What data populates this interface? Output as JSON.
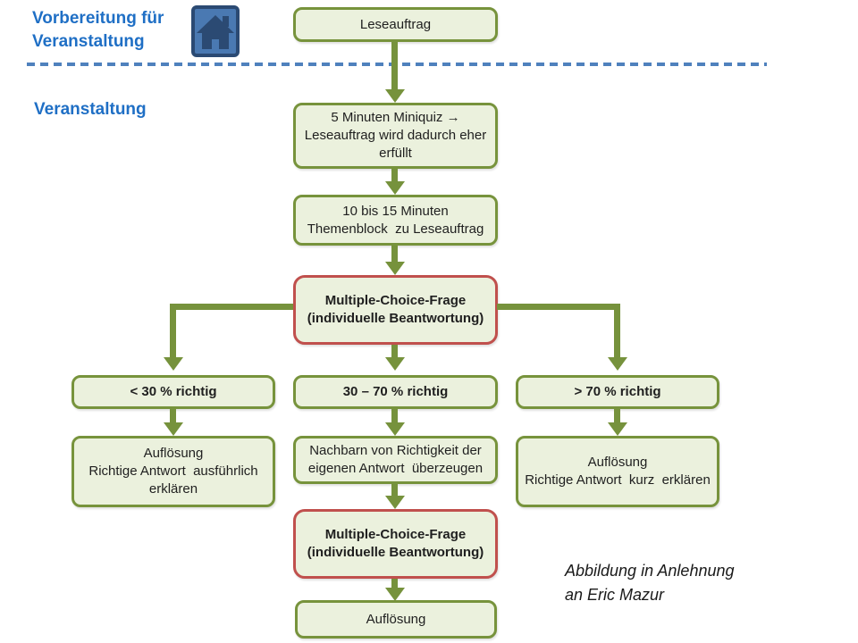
{
  "slide": {
    "phase_labels": {
      "preparation": "Vorbereitung für\nVeranstaltung",
      "event": "Veranstaltung"
    },
    "caption": "Abbildung in Anlehnung\nan Eric Mazur",
    "colors": {
      "accent_blue": "#1f6fc5",
      "divider_blue": "#4f81bd",
      "box_fill": "#ebf1dd",
      "box_border_green": "#77933c",
      "box_border_red": "#c0504d",
      "arrow_green": "#76923c",
      "text_dark": "#1f1f1f",
      "icon_blue_fill": "#4a79b2",
      "icon_blue_dark": "#2b4a73"
    },
    "icons": {
      "home": "home-icon"
    },
    "nodes": {
      "leseauftrag": {
        "label": "Leseauftrag"
      },
      "miniquiz": {
        "label": "5 Minuten Miniquiz →\nLeseauftrag wird dadurch eher\nerfüllt"
      },
      "themenblock": {
        "label": "10 bis 15 Minuten\nThemenblock  zu Leseauftrag"
      },
      "mc_frage_1": {
        "label": "Multiple-Choice-Frage\n(individuelle Beantwortung)"
      },
      "lt30": {
        "label": "< 30 % richtig"
      },
      "mid3070": {
        "label": "30 – 70 % richtig"
      },
      "gt70": {
        "label": "> 70 % richtig"
      },
      "aufloesung_ausfuehrlich": {
        "label": "Auflösung\nRichtige Antwort  ausführlich\nerklären"
      },
      "nachbarn": {
        "label": "Nachbarn von Richtigkeit der\neigenen Antwort  überzeugen"
      },
      "aufloesung_kurz": {
        "label": "Auflösung\nRichtige Antwort  kurz  erklären"
      },
      "mc_frage_2": {
        "label": "Multiple-Choice-Frage\n(individuelle Beantwortung)"
      },
      "aufloesung_final": {
        "label": "Auflösung"
      }
    },
    "edges": [
      {
        "from": "leseauftrag",
        "to": "miniquiz"
      },
      {
        "from": "miniquiz",
        "to": "themenblock"
      },
      {
        "from": "themenblock",
        "to": "mc_frage_1"
      },
      {
        "from": "mc_frage_1",
        "to": "lt30"
      },
      {
        "from": "mc_frage_1",
        "to": "mid3070"
      },
      {
        "from": "mc_frage_1",
        "to": "gt70"
      },
      {
        "from": "lt30",
        "to": "aufloesung_ausfuehrlich"
      },
      {
        "from": "mid3070",
        "to": "nachbarn"
      },
      {
        "from": "gt70",
        "to": "aufloesung_kurz"
      },
      {
        "from": "nachbarn",
        "to": "mc_frage_2"
      },
      {
        "from": "mc_frage_2",
        "to": "aufloesung_final"
      }
    ]
  }
}
